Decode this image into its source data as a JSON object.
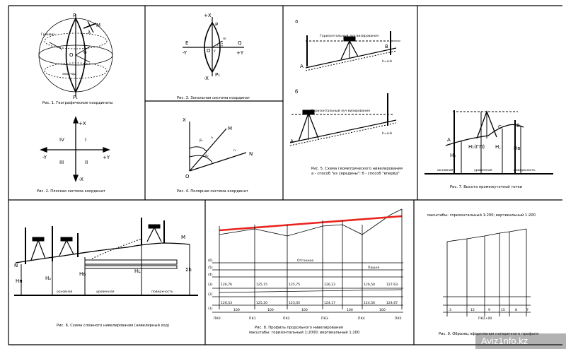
{
  "colors": {
    "line": "#000000",
    "red_line": "#e8241c",
    "watermark": "#ffffff"
  },
  "fig1": {
    "caption": "Рис. 1.  Географические координаты",
    "labels": {
      "P_top": "P",
      "P_bottom": "P₁",
      "greenwich": "Гринвич",
      "M": "M",
      "lambda": "λ",
      "O": "O",
      "phi": "φ",
      "equator": "экватор"
    }
  },
  "fig2": {
    "caption": "Рис. 2.  Плоская система координат",
    "axes": {
      "plus_x": "+X",
      "minus_x": "-X",
      "plus_y": "+Y",
      "minus_y": "-Y"
    },
    "quadrants": {
      "q1": "I",
      "q2": "II",
      "q3": "III",
      "q4": "IV"
    }
  },
  "fig3": {
    "caption": "Рис. 3.  Зональная система координат",
    "labels": {
      "plus_x": "+X",
      "minus_x": "-X",
      "minus_y": "-Y",
      "plus_y": "+Y",
      "E": "E",
      "Q": "Q",
      "O": "O",
      "P": "P",
      "P1": "P₁",
      "x": "x",
      "y": "y",
      "m": "m"
    }
  },
  "fig4": {
    "caption": "Рис. 4.  Полярная система координат",
    "labels": {
      "X": "X",
      "O": "O",
      "M": "M",
      "N": "N",
      "r1": "r₁",
      "r2": "r₂",
      "b1": "β₁",
      "b2": "β₂"
    }
  },
  "fig5": {
    "caption_line1": "Рис. 5.  Схема геометрического нивелирования",
    "caption_line2": "а - способ \"из середины\";  б - способ \"вперёд\"",
    "label_a": "а",
    "label_b": "б",
    "horizon": "Горизонтальный луч визирования",
    "pts": {
      "A": "A",
      "B": "B",
      "a": "a",
      "b": "b",
      "h_formula": "h=a-b"
    }
  },
  "fig7": {
    "caption": "Рис. 7.  Высота промежуточной точки",
    "labels": {
      "A": "A",
      "C": "C",
      "B": "B",
      "HA": "Hₐ",
      "H1": "H₁(ГП)",
      "Hc": "H꜀",
      "HB": "Hв"
    },
    "surface": [
      "основная",
      "уровенная",
      "поверхность"
    ]
  },
  "fig6": {
    "caption": "Рис. 6.  Схема сложного нивелирования (нивелирный ход)",
    "labels": {
      "N": "N",
      "M": "M",
      "HN": "Hɴ",
      "HA": "Hₐ",
      "HB": "Hв",
      "HL": "Hʟ",
      "sum_h": "Σh"
    },
    "surface": [
      "основная",
      "уровенная",
      "поверхность"
    ]
  },
  "fig8": {
    "caption_line1": "Рис. 8.  Профиль продольного нивелирования",
    "caption_line2": "масштабы: горизонтальный 1:2000; вертикальный 1:200",
    "row_numbers": [
      "(6)",
      "(5)",
      "(4)",
      "(3)",
      "(2)",
      "(1)"
    ],
    "row_text": {
      "situation": "Отгонное",
      "plan": "Пашня"
    },
    "pickets": [
      "ПК0",
      "ПК1",
      "ПК2",
      "ПК3",
      "ПК4",
      "ПК5"
    ],
    "row1_values": [
      "100",
      "100",
      "100",
      "100",
      "100"
    ],
    "row2_values": [
      "126,53",
      "125,20",
      "123,05",
      "124,17",
      "124,56",
      "124,67"
    ],
    "row4_values": [
      "126,76",
      "125,15",
      "125,75",
      "126,23",
      "126,50",
      "127,63"
    ]
  },
  "fig9": {
    "caption_top": "масштабы: горизонтальный 1:200; вертикальный 1:200",
    "caption_bottom": "Рис. 9.  Образец оформления поперечного профиля",
    "bottom_label": "ПК2+00",
    "row_values": [
      "3",
      "15",
      "9",
      "15",
      "8",
      "7"
    ]
  },
  "watermark": "Aviz1nfo.kz"
}
